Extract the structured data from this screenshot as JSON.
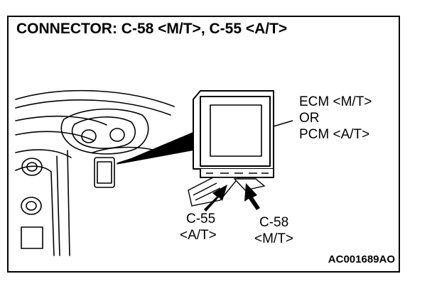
{
  "diagram": {
    "title": "CONNECTOR: C-58 <M/T>, C-55 <A/T>",
    "ecm_label": {
      "line1": "ECM <M/T>",
      "line2": "OR",
      "line3": "PCM <A/T>"
    },
    "c55_label": {
      "line1": "C-55",
      "line2": "<A/T>"
    },
    "c58_label": {
      "line1": "C-58",
      "line2": "<M/T>"
    },
    "figure_code": "AC001689AO"
  }
}
